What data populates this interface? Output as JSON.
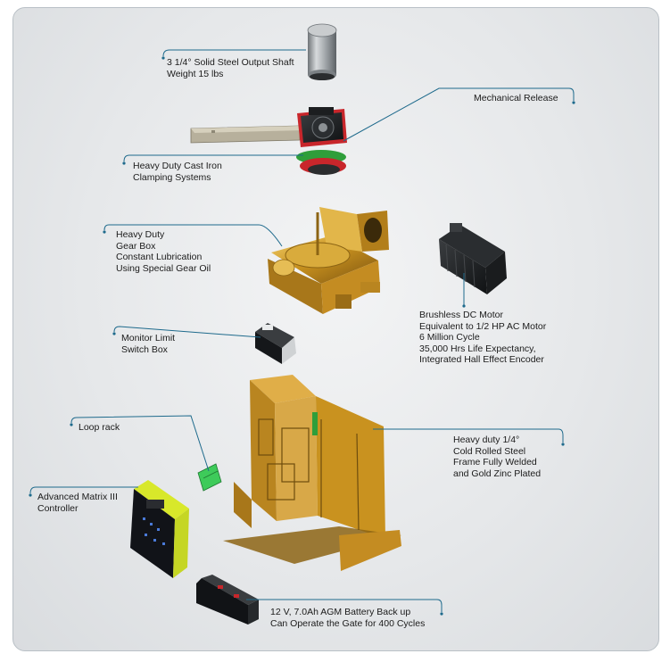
{
  "labels": {
    "output_shaft": [
      "3 1/4° Solid Steel Output Shaft",
      "Weight 15 lbs"
    ],
    "mechanical_release": [
      "Mechanical Release"
    ],
    "clamping": [
      "Heavy Duty Cast Iron",
      "Clamping Systems"
    ],
    "gear_box": [
      "Heavy Duty",
      "Gear Box",
      "Constant Lubrication",
      "Using Special Gear Oil"
    ],
    "motor": [
      "Brushless DC Motor",
      "Equivalent to 1/2 HP AC Motor",
      "6 Million Cycle",
      "35,000 Hrs Life Expectancy,",
      "Integrated Hall Effect Encoder"
    ],
    "limit_switch": [
      "Monitor Limit",
      "Switch Box"
    ],
    "loop_rack": [
      "Loop rack"
    ],
    "frame": [
      "Heavy duty 1/4°",
      "Cold Rolled Steel",
      "Frame Fully Welded",
      "and Gold Zinc Plated"
    ],
    "controller": [
      "Advanced Matrix III",
      "Controller"
    ],
    "battery": [
      "12 V, 7.0Ah AGM Battery Back up",
      "Can Operate the Gate for 400 Cycles"
    ]
  },
  "colors": {
    "leader_line": "#1e6a8c",
    "gold": "#c9921f",
    "steel": "#9ea4a8",
    "red_accent": "#c8262b",
    "green_accent": "#2f9e3a",
    "controller_yellow": "#d8e82a",
    "loop_rack_green": "#3ecb5a"
  }
}
